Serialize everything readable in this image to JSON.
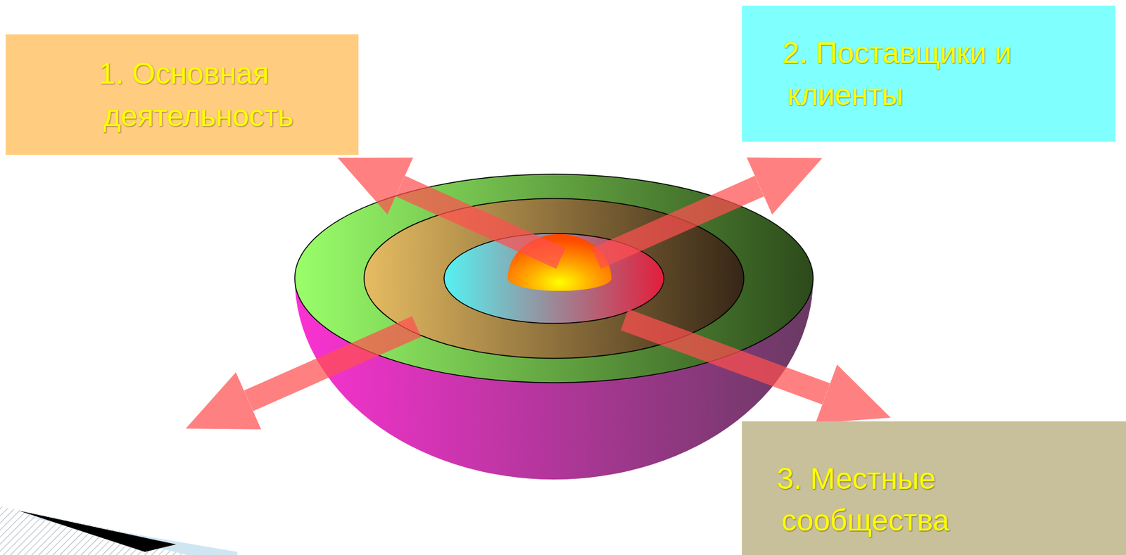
{
  "diagram": {
    "nodes": [
      {
        "text": [
          "1. Основная деятельность"
        ]
      },
      {
        "text": [
          "2. Поставщики и клиенты"
        ]
      },
      {
        "text": [
          "3. Местные сообщества"
        ]
      }
    ]
  }
}
